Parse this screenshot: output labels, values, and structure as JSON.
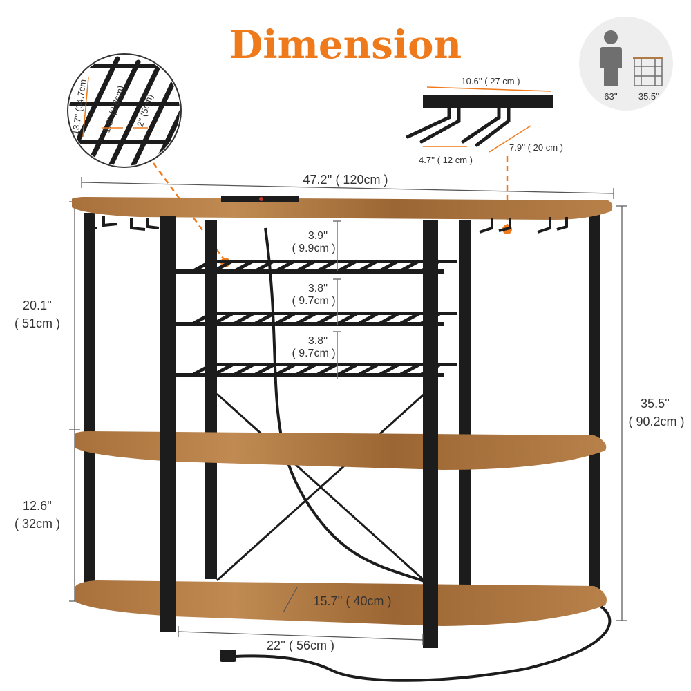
{
  "title": "Dimension",
  "colors": {
    "accent": "#ef7a1c",
    "wood": "#b07a45",
    "metal": "#1c1c1c",
    "dim_line": "#555555"
  },
  "overall": {
    "width": "47.2'' ( 120cm )",
    "height_in": "35.5''",
    "height_cm": "( 90.2cm )",
    "depth": "15.7'' ( 40cm )",
    "inner_width": "22'' ( 56cm )"
  },
  "left_heights": {
    "upper": {
      "in": "20.1''",
      "cm": "( 51cm )"
    },
    "lower": {
      "in": "12.6''",
      "cm": "( 32cm )"
    }
  },
  "rack_gaps": [
    {
      "in": "3.9''",
      "cm": "( 9.9cm )"
    },
    {
      "in": "3.8''",
      "cm": "( 9.7cm )"
    },
    {
      "in": "3.8''",
      "cm": "( 9.7cm )"
    }
  ],
  "rack_detail": {
    "length": "13.7'' (34.7cm",
    "gap": "1.5'' (3.8cm)",
    "bar": "2'' (5cm)"
  },
  "glass_holder": {
    "length": "10.6'' ( 27 cm )",
    "spacing": "4.7'' ( 12 cm )",
    "depth": "7.9'' ( 20 cm )"
  },
  "scale": {
    "person": "63''",
    "product": "35.5''",
    "person_icon": "person-icon",
    "product_icon": "rack-icon"
  }
}
